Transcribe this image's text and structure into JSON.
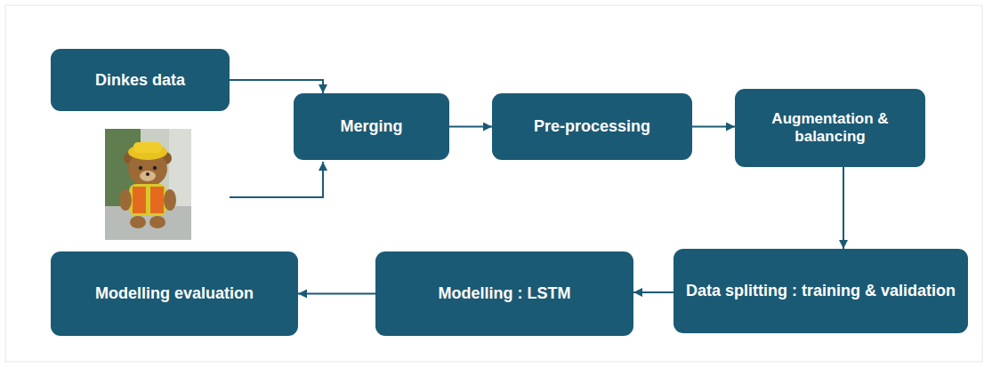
{
  "diagram": {
    "nodes": [
      {
        "text": [
          "Dinkes data"
        ]
      },
      {
        "text": [
          "Merging"
        ]
      },
      {
        "text": [
          "Pre-processing"
        ]
      },
      {
        "text": [
          "Augmentation & balancing"
        ]
      },
      {
        "text": [
          "Data splitting : training & validation"
        ]
      },
      {
        "text": [
          "Modelling : LSTM"
        ]
      },
      {
        "text": [
          "Modelling evaluation"
        ]
      }
    ],
    "edges": [
      {
        "from": 0,
        "to": 1,
        "arrow": "to"
      },
      {
        "from": 1,
        "to": 2,
        "arrow": "to"
      },
      {
        "from": 2,
        "to": 3,
        "arrow": "to"
      },
      {
        "from": 3,
        "to": 4,
        "arrow": "to"
      },
      {
        "from": 4,
        "to": 5,
        "arrow": "to"
      },
      {
        "from": 5,
        "to": 6,
        "arrow": "to"
      }
    ]
  }
}
